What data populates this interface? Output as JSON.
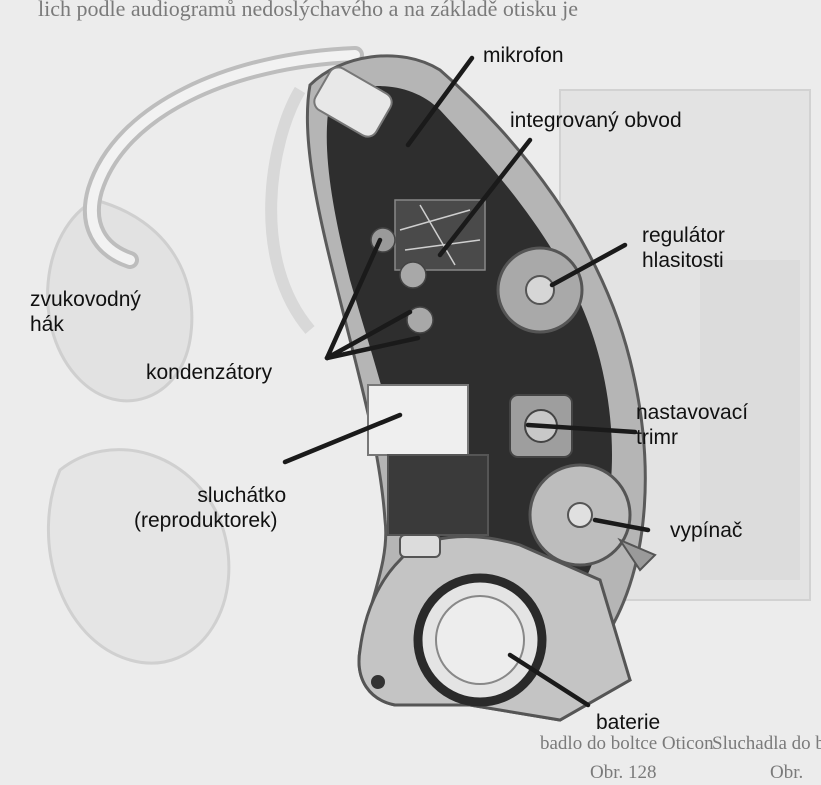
{
  "background_text": {
    "top_line": "lich podle audiogramů nedoslýchavého a na základě otisku je",
    "bottom_left": "badlo do boltce Oticon",
    "bottom_right": "Sluchadla do b",
    "fig_ref_left": "Obr. 128",
    "fig_ref_right": "Obr."
  },
  "labels": {
    "mikrofon": "mikrofon",
    "integrovany_obvod": "integrovaný obvod",
    "regulator_line1": "regulátor",
    "regulator_line2": "hlasitosti",
    "zvukovodny_line1": "zvukovodný",
    "zvukovodny_line2": "hák",
    "kondenzatory": "kondenzátory",
    "nastavovaci_line1": "nastavovací",
    "nastavovaci_line2": "trimr",
    "sluchatko_line1": "sluchátko",
    "sluchatko_line2": "(reproduktorek)",
    "vypinac": "vypínač",
    "baterie": "baterie"
  },
  "colors": {
    "background": "#ececec",
    "device_shell": "#b5b5b5",
    "device_interior": "#2e2e2e",
    "leader_line": "#1a1a1a",
    "label_text": "#111111"
  }
}
